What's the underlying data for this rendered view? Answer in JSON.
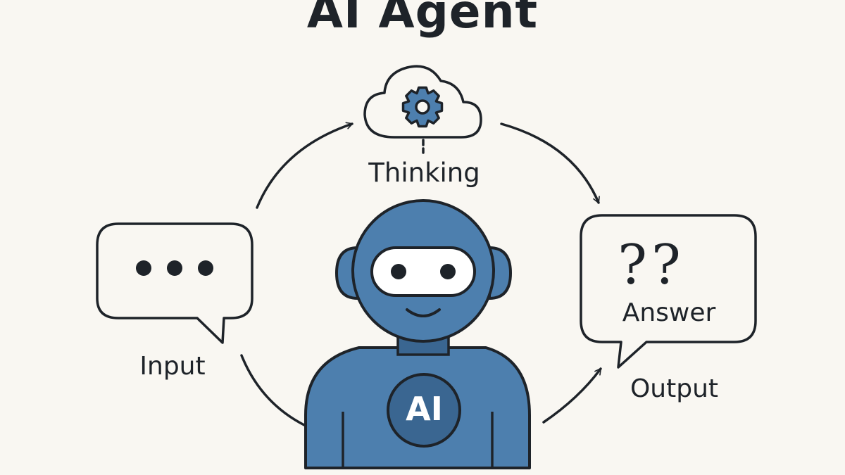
{
  "title": "AI Agent",
  "nodes": {
    "thinking": {
      "label": "Thinking",
      "icon": "cloud-gear-icon"
    },
    "input": {
      "label": "Input",
      "icon": "speech-bubble-dots-icon"
    },
    "output": {
      "label": "Output",
      "icon": "speech-bubble-icon",
      "bubble_text": "Answer",
      "marks": "??"
    },
    "agent": {
      "icon": "robot-icon",
      "badge": "AI"
    }
  },
  "colors": {
    "background": "#f9f7f2",
    "ink": "#1e2329",
    "robot_blue": "#4d7fae",
    "robot_dark": "#3a6691",
    "visor": "#ffffff"
  }
}
